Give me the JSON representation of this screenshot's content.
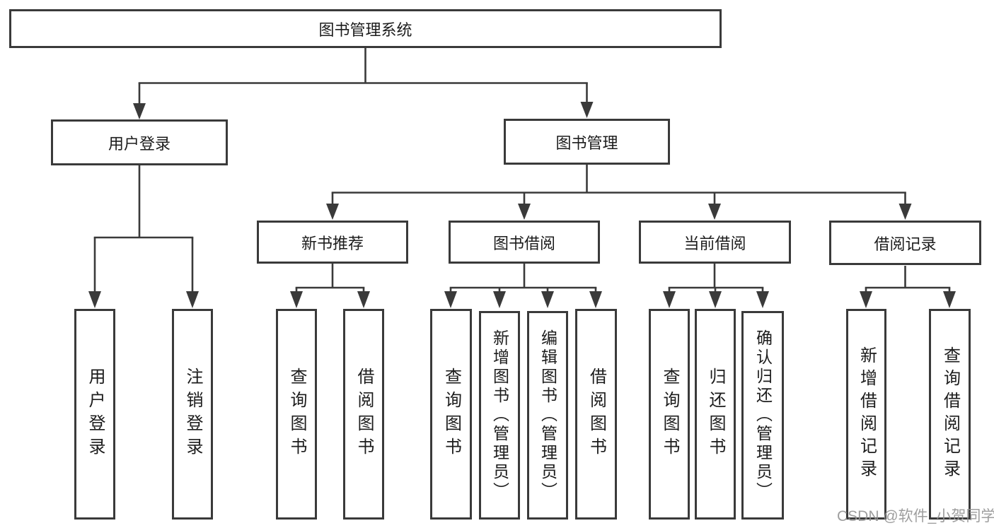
{
  "diagram_title": "图书管理系统",
  "watermark": "CSDN @软件_小贺同学",
  "colors": {
    "line": "#3a3a3a",
    "text": "#1c1c1c",
    "watermark": "#949494",
    "background": "#ffffff"
  },
  "nodes": {
    "root": {
      "label": "图书管理系统"
    },
    "level1": [
      {
        "label": "用户登录"
      },
      {
        "label": "图书管理"
      }
    ],
    "level2": [
      {
        "label": "新书推荐"
      },
      {
        "label": "图书借阅"
      },
      {
        "label": "当前借阅"
      },
      {
        "label": "借阅记录"
      }
    ],
    "leaves": {
      "user_login": [
        {
          "label": "用户登录"
        },
        {
          "label": "注销登录"
        }
      ],
      "new_book": [
        {
          "label": "查询图书"
        },
        {
          "label": "借阅图书"
        }
      ],
      "book_borrow": [
        {
          "label": "查询图书"
        },
        {
          "label": "新增图书（管理员）"
        },
        {
          "label": "编辑图书（管理员）"
        },
        {
          "label": "借阅图书"
        }
      ],
      "current_borrow": [
        {
          "label": "查询图书"
        },
        {
          "label": "归还图书"
        },
        {
          "label": "确认归还（管理员）"
        }
      ],
      "borrow_record": [
        {
          "label": "新增借阅记录"
        },
        {
          "label": "查询借阅记录"
        }
      ]
    }
  }
}
